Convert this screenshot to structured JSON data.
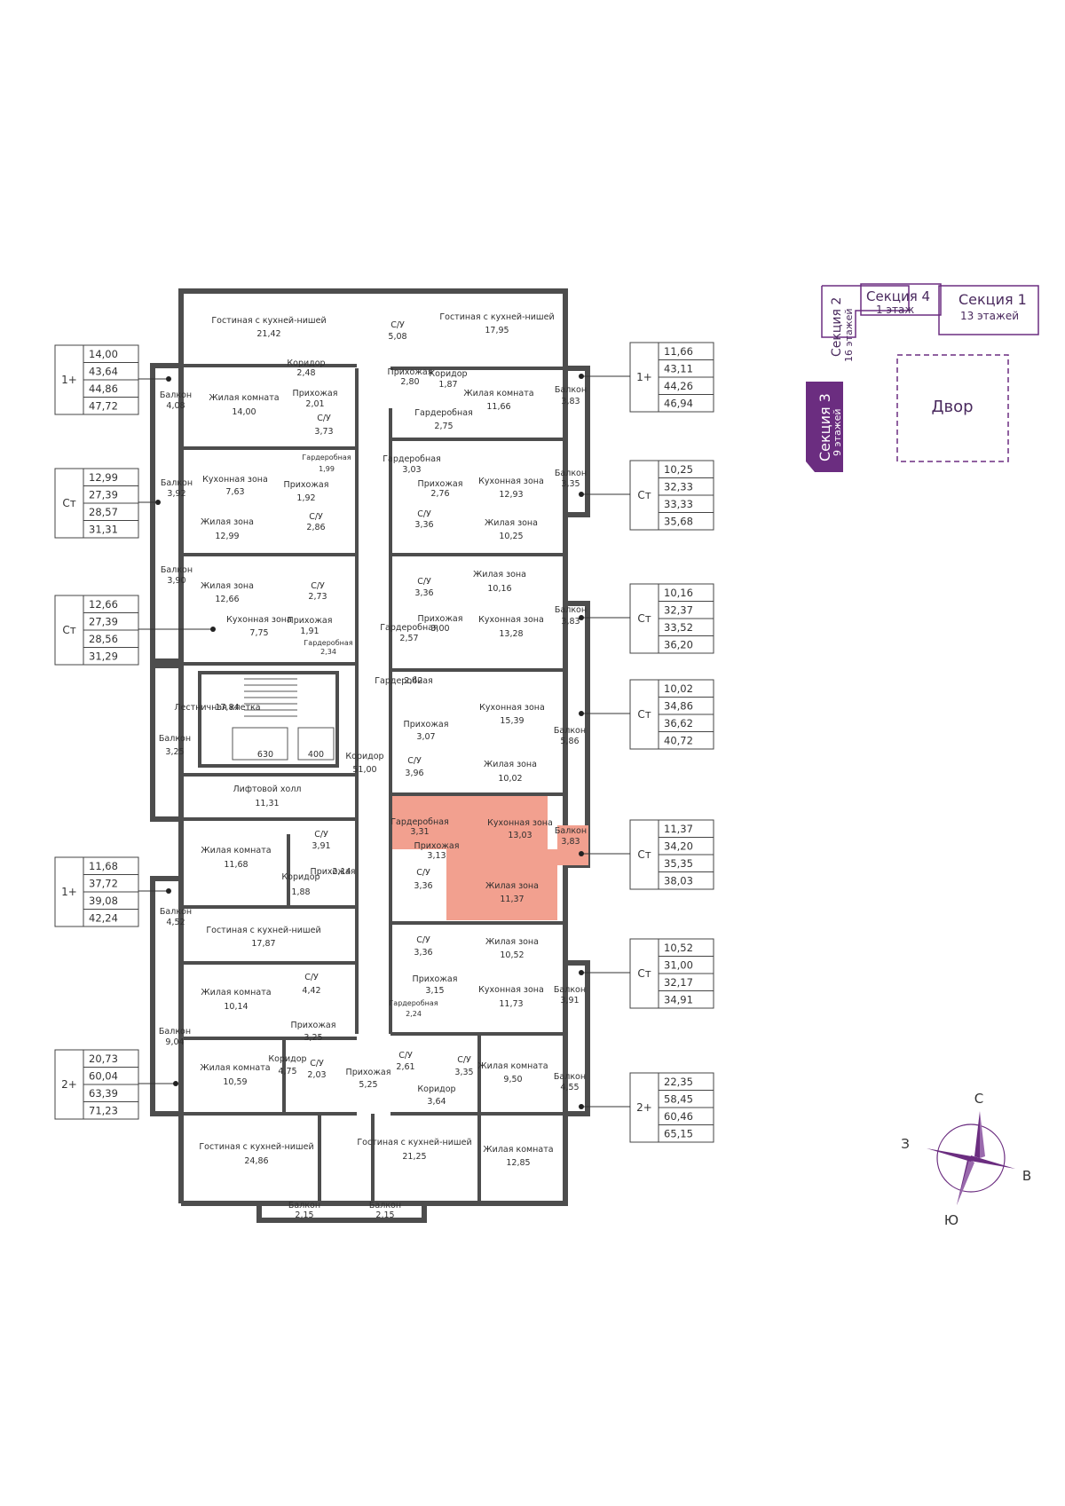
{
  "colors": {
    "wall": "#4d4d4d",
    "highlight": "#f2a08f",
    "accent": "#6b2d80",
    "line": "#333333"
  },
  "rooms": {
    "r1": "Гостиная с кухней-нишей",
    "r1a": "21,42",
    "r2": "С/У",
    "r2a": "5,08",
    "r3": "Гостиная с кухней-нишей",
    "r3a": "17,95",
    "r4": "Коридор",
    "r4a": "2,48",
    "r5": "Прихожая",
    "r5a": "2,80",
    "r6": "Коридор",
    "r6a": "1,87",
    "r7": "Жилая комната",
    "r7a": "14,00",
    "r8": "Прихожая",
    "r8a": "2,01",
    "r9": "С/У",
    "r9a": "3,73",
    "r10": "Жилая комната",
    "r10a": "11,66",
    "r11": "Гардеробная",
    "r11a": "2,75",
    "r12": "Балкон",
    "r12a": "4,08",
    "r13": "Балкон",
    "r13a": "3,83",
    "r14": "Кухонная зона",
    "r14a": "7,63",
    "r15": "Гардеробная",
    "r15a": "1,99",
    "r16": "Прихожая",
    "r16a": "1,92",
    "r17": "Гардеробная",
    "r17a": "3,03",
    "r18": "Прихожая",
    "r18a": "2,76",
    "r19": "Кухонная зона",
    "r19a": "12,93",
    "r20": "Балкон",
    "r20a": "3,92",
    "r21": "Балкон",
    "r21a": "3,35",
    "r22": "Жилая зона",
    "r22a": "12,99",
    "r23": "С/У",
    "r23a": "2,86",
    "r24": "С/У",
    "r24a": "3,36",
    "r25": "Жилая зона",
    "r25a": "10,25",
    "r26": "Балкон",
    "r26a": "3,90",
    "r27": "Жилая зона",
    "r27a": "12,66",
    "r28": "С/У",
    "r28a": "2,73",
    "r29": "С/У",
    "r29a": "3,36",
    "r30": "Жилая зона",
    "r30a": "10,16",
    "r31": "Кухонная зона",
    "r31a": "7,75",
    "r32": "Прихожая",
    "r32a": "1,91",
    "r33": "Гардеробная",
    "r33a": "2,34",
    "r34": "Гардеробная",
    "r34a": "2,57",
    "r35": "Прихожая",
    "r35a": "3,00",
    "r36": "Кухонная зона",
    "r36a": "13,28",
    "r37": "Балкон",
    "r37a": "3,83",
    "r38": "Лестничная клетка",
    "r38a": "17,84",
    "r39": "Гардеробная",
    "r39a": "2,42",
    "r40": "Кухонная зона",
    "r40a": "15,39",
    "r41": "Балкон",
    "r41a": "3,25",
    "r42": "Прихожая",
    "r42a": "3,07",
    "r43": "Коридор",
    "r43a": "51,00",
    "r44": "С/У",
    "r44a": "3,96",
    "r45": "Жилая зона",
    "r45a": "10,02",
    "r46": "Балкон",
    "r46a": "5,86",
    "lift1": "630",
    "lift2": "400",
    "r47": "Лифтовой холл",
    "r47a": "11,31",
    "r48": "Гардеробная",
    "r48a": "3,31",
    "r49": "Кухонная зона",
    "r49a": "13,03",
    "r50": "Балкон",
    "r50a": "3,83",
    "r51": "Жилая комната",
    "r51a": "11,68",
    "r52": "С/У",
    "r52a": "3,91",
    "r53": "Прихожая",
    "r53a": "3,13",
    "r54": "С/У",
    "r54a": "3,36",
    "r55": "Жилая зона",
    "r55a": "11,37",
    "r56": "Коридор",
    "r56a": "1,88",
    "r57": "Прихожая",
    "r57a": "2,14",
    "r58": "Балкон",
    "r58a": "4,52",
    "r59": "Гостиная с кухней-нишей",
    "r59a": "17,87",
    "r60": "С/У",
    "r60a": "3,36",
    "r61": "Жилая зона",
    "r61a": "10,52",
    "r62": "Жилая комната",
    "r62a": "10,14",
    "r63": "С/У",
    "r63a": "4,42",
    "r64": "Прихожая",
    "r64a": "3,15",
    "r65": "Кухонная зона",
    "r65a": "11,73",
    "r66": "Балкон",
    "r66a": "3,91",
    "r67": "Гардеробная",
    "r67a": "2,24",
    "r68": "Балкон",
    "r68a": "9,04",
    "r69": "Прихожая",
    "r69a": "3,25",
    "r70": "Жилая комната",
    "r70a": "10,59",
    "r71": "Коридор",
    "r71a": "4,75",
    "r72": "С/У",
    "r72a": "2,03",
    "r73": "Прихожая",
    "r73a": "5,25",
    "r74": "С/У",
    "r74a": "2,61",
    "r75": "С/У",
    "r75a": "3,35",
    "r76": "Жилая комната",
    "r76a": "9,50",
    "r77": "Коридор",
    "r77a": "3,64",
    "r78": "Балкон",
    "r78a": "4,55",
    "r79": "Гостиная с кухней-нишей",
    "r79a": "24,86",
    "r80": "Гостиная с кухней-нишей",
    "r80a": "21,25",
    "r81": "Жилая комната",
    "r81a": "12,85",
    "r82": "Балкон",
    "r82a": "2,15",
    "r83": "Балкон",
    "r83a": "2,15"
  },
  "legends": [
    {
      "type": "1+",
      "areas": [
        "14,00",
        "43,64",
        "44,86",
        "47,72"
      ]
    },
    {
      "type": "Ст",
      "areas": [
        "12,99",
        "27,39",
        "28,57",
        "31,31"
      ]
    },
    {
      "type": "Ст",
      "areas": [
        "12,66",
        "27,39",
        "28,56",
        "31,29"
      ]
    },
    {
      "type": "1+",
      "areas": [
        "11,68",
        "37,72",
        "39,08",
        "42,24"
      ]
    },
    {
      "type": "2+",
      "areas": [
        "20,73",
        "60,04",
        "63,39",
        "71,23"
      ]
    },
    {
      "type": "1+",
      "areas": [
        "11,66",
        "43,11",
        "44,26",
        "46,94"
      ]
    },
    {
      "type": "Ст",
      "areas": [
        "10,25",
        "32,33",
        "33,33",
        "35,68"
      ]
    },
    {
      "type": "Ст",
      "areas": [
        "10,16",
        "32,37",
        "33,52",
        "36,20"
      ]
    },
    {
      "type": "Ст",
      "areas": [
        "10,02",
        "34,86",
        "36,62",
        "40,72"
      ]
    },
    {
      "type": "Ст",
      "areas": [
        "11,37",
        "34,20",
        "35,35",
        "38,03"
      ]
    },
    {
      "type": "Ст",
      "areas": [
        "10,52",
        "31,00",
        "32,17",
        "34,91"
      ]
    },
    {
      "type": "2+",
      "areas": [
        "22,35",
        "58,45",
        "60,46",
        "65,15"
      ]
    }
  ],
  "keyplan": {
    "sec1_title": "Секция 1",
    "sec1_floors": "13 этажей",
    "sec2_title": "Секция 2",
    "sec2_floors": "16 этажей",
    "sec3_title": "Секция 3",
    "sec3_floors": "9 этажей",
    "sec4_title": "Секция 4",
    "sec4_floors": "1 этаж",
    "yard": "Двор"
  },
  "compass": {
    "n": "С",
    "s": "Ю",
    "e": "В",
    "w": "З"
  }
}
